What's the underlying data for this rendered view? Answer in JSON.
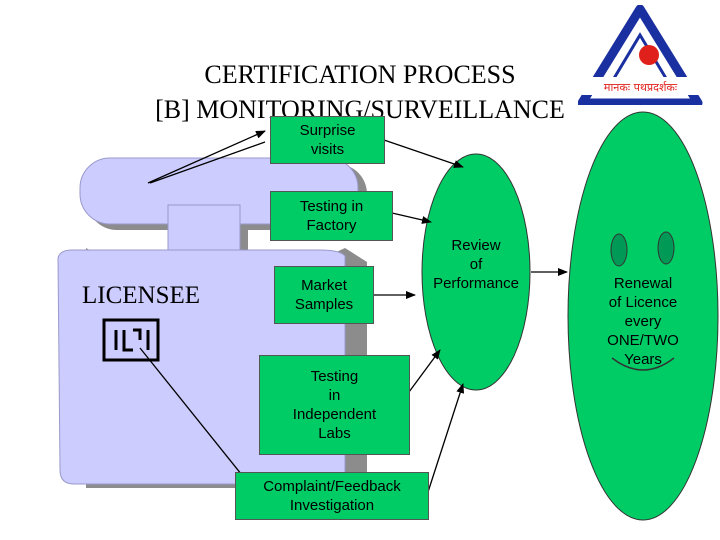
{
  "title": {
    "line1": "CERTIFICATION PROCESS",
    "line2": "[B] MONITORING/SURVEILLANCE"
  },
  "licensee": {
    "label": "LICENSEE",
    "mark_icon": "isi-mark-icon"
  },
  "steps": {
    "surprise_visits": [
      "Surprise",
      "visits"
    ],
    "testing_factory": [
      "Testing in",
      "Factory"
    ],
    "market_samples": [
      "Market",
      "Samples"
    ],
    "testing_labs": [
      "Testing",
      "in",
      "Independent",
      "Labs"
    ],
    "complaint": [
      "Complaint/Feedback",
      "Investigation"
    ]
  },
  "review": [
    "Review",
    "of",
    "Performance"
  ],
  "renewal": [
    "Renewal",
    "of Licence",
    "every",
    "ONE/TWO",
    "Years"
  ],
  "logo": {
    "icon": "bis-logo-icon",
    "caption": "मानकः पथप्रदर्शकः"
  },
  "colors": {
    "box_green": "#00cc66",
    "licensee_fill": "#ccccff",
    "shadow": "#8c8c8c",
    "logo_blue": "#1a2fa0",
    "logo_red": "#e0201b"
  }
}
